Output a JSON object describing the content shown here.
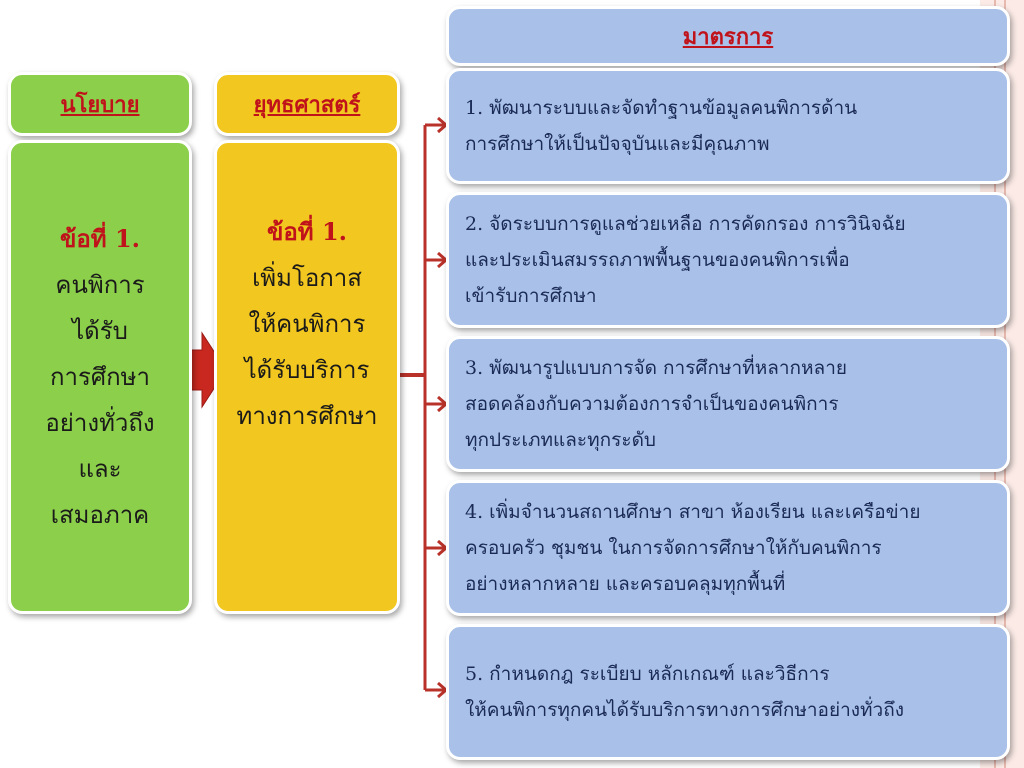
{
  "policy": {
    "header": "นโยบาย",
    "lead": "ข้อที่ 1.",
    "lines": [
      "คนพิการ",
      "ได้รับ",
      "การศึกษา",
      "อย่างทั่วถึง",
      "และ",
      "เสมอภาค"
    ]
  },
  "strategy": {
    "header": "ยุทธศาสตร์",
    "lead": "ข้อที่ 1.",
    "lines": [
      "เพิ่มโอกาส",
      "ให้คนพิการ",
      "ได้รับบริการ",
      "ทางการศึกษา"
    ]
  },
  "measures": {
    "header": "มาตรการ",
    "items": [
      [
        "1. พัฒนาระบบและจัดทำฐานข้อมูลคนพิการด้าน",
        "การศึกษาให้เป็นปัจจุบันและมีคุณภาพ"
      ],
      [
        "2. จัดระบบการดูแลช่วยเหลือ  การคัดกรอง การวินิจฉัย",
        "และประเมินสมรรถภาพพื้นฐานของคนพิการเพื่อ",
        "เข้ารับการศึกษา"
      ],
      [
        "3. พัฒนารูปแบบการจัด การศึกษาที่หลากหลาย",
        "สอดคล้องกับความต้องการจำเป็นของคนพิการ",
        "ทุกประเภทและทุกระดับ"
      ],
      [
        "4.  เพิ่มจำนวนสถานศึกษา สาขา ห้องเรียน และเครือข่าย",
        "ครอบครัว ชุมชน ในการจัดการศึกษาให้กับคนพิการ",
        "อย่างหลากหลาย และครอบคลุมทุกพื้นที่"
      ],
      [
        "5. กำหนดกฎ ระเบียบ หลักเกณฑ์  และวิธีการ",
        "ให้คนพิการทุกคนได้รับบริการทางการศึกษาอย่างทั่วถึง"
      ]
    ]
  },
  "colors": {
    "policy": "#8ccf4a",
    "strategy": "#f2c71f",
    "measures": "#a9c1e8",
    "accent_red": "#c0121a",
    "connector": "#b8322a"
  }
}
